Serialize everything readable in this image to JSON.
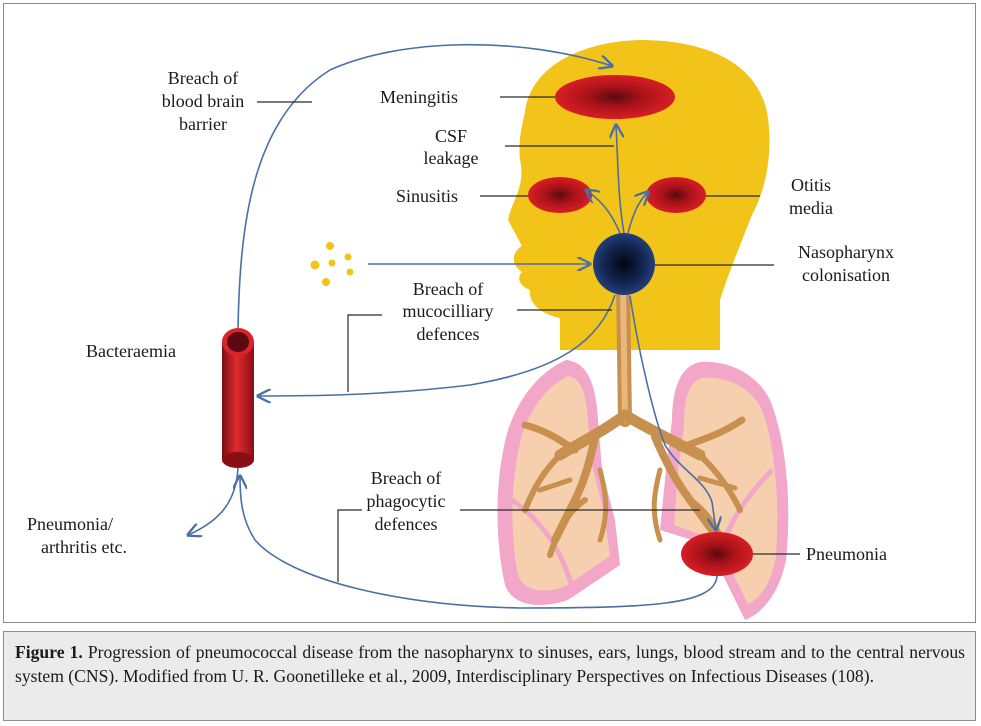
{
  "diagram": {
    "labels": {
      "breach_bbb_1": "Breach of",
      "breach_bbb_2": "blood brain",
      "breach_bbb_3": "barrier",
      "meningitis": "Meningitis",
      "csf_1": "CSF",
      "csf_2": "leakage",
      "sinusitis": "Sinusitis",
      "otitis_1": "Otitis",
      "otitis_2": "media",
      "nasopharynx_1": "Nasopharynx",
      "nasopharynx_2": "colonisation",
      "muco_1": "Breach of",
      "muco_2": "mucocilliary",
      "muco_3": "defences",
      "bacteraemia": "Bacteraemia",
      "phago_1": "Breach of",
      "phago_2": "phagocytic",
      "phago_3": "defences",
      "pneumonia_arthritis_1": "Pneumonia/",
      "pneumonia_arthritis_2": "arthritis etc.",
      "pneumonia": "Pneumonia"
    },
    "colors": {
      "head": "#f2c318",
      "infection": "#c4161c",
      "nasopharynx": "#1a2f6a",
      "lung_outline": "#f2a6c8",
      "lung_fill": "#f6cfae",
      "bronchi": "#c8904e",
      "arrow": "#4a6fa5",
      "bacteria": "#f2c318"
    }
  },
  "caption": {
    "label": "Figure 1.",
    "text": " Progression of pneumococcal disease from the nasopharynx to sinuses, ears, lungs, blood stream and to the central nervous system (CNS). Modified from U. R. Goonetilleke et al., 2009, Interdisciplinary Perspectives on Infectious Diseases (108)."
  }
}
